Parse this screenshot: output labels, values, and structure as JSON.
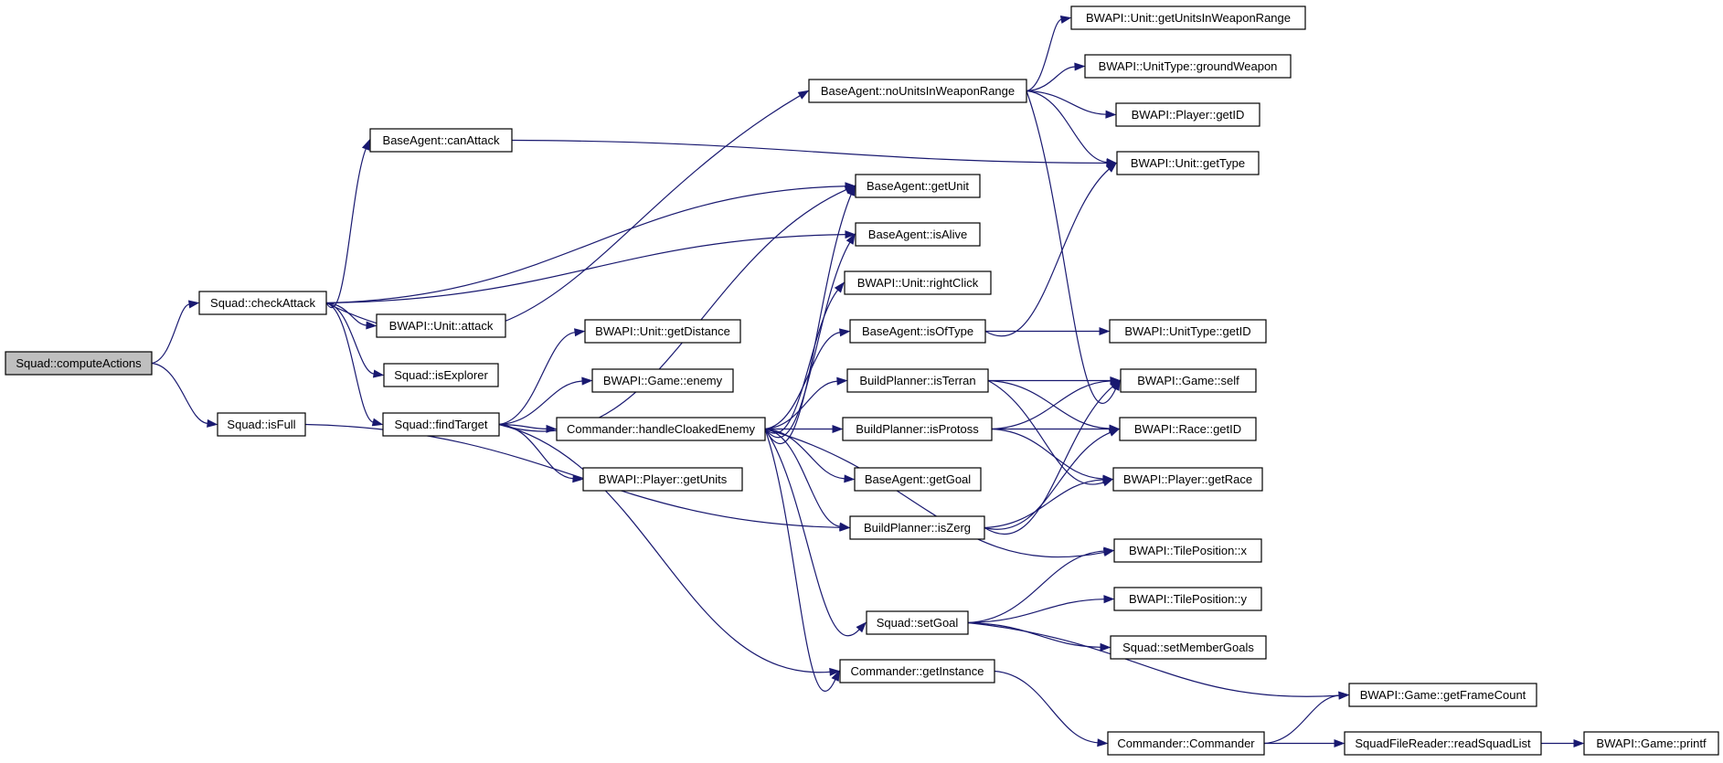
{
  "diagram": {
    "type": "call-graph",
    "edge_color": "#191970",
    "root_fill": "#bfbfbf",
    "node_fill": "#ffffff",
    "nodes": [
      {
        "id": "computeActions",
        "label": "Squad::computeActions",
        "root": true
      },
      {
        "id": "checkAttack",
        "label": "Squad::checkAttack"
      },
      {
        "id": "isFull",
        "label": "Squad::isFull"
      },
      {
        "id": "canAttack",
        "label": "BaseAgent::canAttack"
      },
      {
        "id": "unitAttack",
        "label": "BWAPI::Unit::attack"
      },
      {
        "id": "isExplorer",
        "label": "Squad::isExplorer"
      },
      {
        "id": "findTarget",
        "label": "Squad::findTarget"
      },
      {
        "id": "noUnits",
        "label": "BaseAgent::noUnitsInWeaponRange"
      },
      {
        "id": "getUnit",
        "label": "BaseAgent::getUnit"
      },
      {
        "id": "isAlive",
        "label": "BaseAgent::isAlive"
      },
      {
        "id": "rightClick",
        "label": "BWAPI::Unit::rightClick"
      },
      {
        "id": "getDistance",
        "label": "BWAPI::Unit::getDistance"
      },
      {
        "id": "isOfType",
        "label": "BaseAgent::isOfType"
      },
      {
        "id": "enemy",
        "label": "BWAPI::Game::enemy"
      },
      {
        "id": "isTerran",
        "label": "BuildPlanner::isTerran"
      },
      {
        "id": "handleCloaked",
        "label": "Commander::handleCloakedEnemy"
      },
      {
        "id": "isProtoss",
        "label": "BuildPlanner::isProtoss"
      },
      {
        "id": "getUnits",
        "label": "BWAPI::Player::getUnits"
      },
      {
        "id": "getGoal",
        "label": "BaseAgent::getGoal"
      },
      {
        "id": "isZerg",
        "label": "BuildPlanner::isZerg"
      },
      {
        "id": "setGoal",
        "label": "Squad::setGoal"
      },
      {
        "id": "getInstance",
        "label": "Commander::getInstance"
      },
      {
        "id": "commanderCtor",
        "label": "Commander::Commander"
      },
      {
        "id": "unitsInRange",
        "label": "BWAPI::Unit::getUnitsInWeaponRange"
      },
      {
        "id": "groundWeapon",
        "label": "BWAPI::UnitType::groundWeapon"
      },
      {
        "id": "playerGetID",
        "label": "BWAPI::Player::getID"
      },
      {
        "id": "unitGetType",
        "label": "BWAPI::Unit::getType"
      },
      {
        "id": "unitTypeGetID",
        "label": "BWAPI::UnitType::getID"
      },
      {
        "id": "gameSelf",
        "label": "BWAPI::Game::self"
      },
      {
        "id": "raceGetID",
        "label": "BWAPI::Race::getID"
      },
      {
        "id": "getRace",
        "label": "BWAPI::Player::getRace"
      },
      {
        "id": "tileX",
        "label": "BWAPI::TilePosition::x"
      },
      {
        "id": "tileY",
        "label": "BWAPI::TilePosition::y"
      },
      {
        "id": "setMemberGoals",
        "label": "Squad::setMemberGoals"
      },
      {
        "id": "getFrameCount",
        "label": "BWAPI::Game::getFrameCount"
      },
      {
        "id": "readSquadList",
        "label": "SquadFileReader::readSquadList"
      },
      {
        "id": "gamePrintf",
        "label": "BWAPI::Game::printf"
      }
    ],
    "edges": [
      {
        "from": "computeActions",
        "to": "checkAttack"
      },
      {
        "from": "computeActions",
        "to": "isFull"
      },
      {
        "from": "checkAttack",
        "to": "canAttack"
      },
      {
        "from": "checkAttack",
        "to": "noUnits"
      },
      {
        "from": "checkAttack",
        "to": "getUnit"
      },
      {
        "from": "checkAttack",
        "to": "isAlive"
      },
      {
        "from": "checkAttack",
        "to": "unitAttack"
      },
      {
        "from": "checkAttack",
        "to": "isExplorer"
      },
      {
        "from": "checkAttack",
        "to": "findTarget"
      },
      {
        "from": "isFull",
        "to": "isZerg"
      },
      {
        "from": "canAttack",
        "to": "unitGetType"
      },
      {
        "from": "noUnits",
        "to": "unitsInRange"
      },
      {
        "from": "noUnits",
        "to": "groundWeapon"
      },
      {
        "from": "noUnits",
        "to": "playerGetID"
      },
      {
        "from": "noUnits",
        "to": "unitGetType"
      },
      {
        "from": "noUnits",
        "to": "gameSelf"
      },
      {
        "from": "findTarget",
        "to": "getUnit"
      },
      {
        "from": "findTarget",
        "to": "getDistance"
      },
      {
        "from": "findTarget",
        "to": "enemy"
      },
      {
        "from": "findTarget",
        "to": "handleCloaked"
      },
      {
        "from": "findTarget",
        "to": "getUnits"
      },
      {
        "from": "findTarget",
        "to": "getInstance"
      },
      {
        "from": "handleCloaked",
        "to": "getUnit"
      },
      {
        "from": "handleCloaked",
        "to": "isAlive"
      },
      {
        "from": "handleCloaked",
        "to": "rightClick"
      },
      {
        "from": "handleCloaked",
        "to": "isOfType"
      },
      {
        "from": "handleCloaked",
        "to": "isTerran"
      },
      {
        "from": "handleCloaked",
        "to": "isProtoss"
      },
      {
        "from": "handleCloaked",
        "to": "getGoal"
      },
      {
        "from": "handleCloaked",
        "to": "isZerg"
      },
      {
        "from": "handleCloaked",
        "to": "tileX"
      },
      {
        "from": "handleCloaked",
        "to": "setGoal"
      },
      {
        "from": "handleCloaked",
        "to": "getInstance"
      },
      {
        "from": "isOfType",
        "to": "unitGetType"
      },
      {
        "from": "isOfType",
        "to": "unitTypeGetID"
      },
      {
        "from": "isTerran",
        "to": "gameSelf"
      },
      {
        "from": "isTerran",
        "to": "raceGetID"
      },
      {
        "from": "isTerran",
        "to": "getRace"
      },
      {
        "from": "isProtoss",
        "to": "gameSelf"
      },
      {
        "from": "isProtoss",
        "to": "raceGetID"
      },
      {
        "from": "isProtoss",
        "to": "getRace"
      },
      {
        "from": "isZerg",
        "to": "gameSelf"
      },
      {
        "from": "isZerg",
        "to": "raceGetID"
      },
      {
        "from": "isZerg",
        "to": "getRace"
      },
      {
        "from": "setGoal",
        "to": "tileX"
      },
      {
        "from": "setGoal",
        "to": "tileY"
      },
      {
        "from": "setGoal",
        "to": "setMemberGoals"
      },
      {
        "from": "setGoal",
        "to": "getFrameCount"
      },
      {
        "from": "getInstance",
        "to": "commanderCtor"
      },
      {
        "from": "commanderCtor",
        "to": "getFrameCount"
      },
      {
        "from": "commanderCtor",
        "to": "readSquadList"
      },
      {
        "from": "readSquadList",
        "to": "gamePrintf"
      }
    ]
  }
}
